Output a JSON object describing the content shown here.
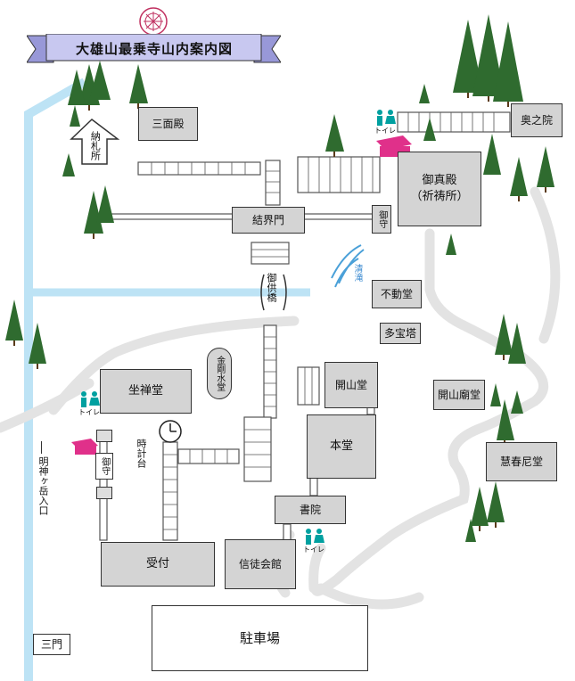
{
  "title": "大雄山最乗寺山内案内図",
  "buildings": {
    "sanmenden": "三面殿",
    "nousatsujo": "納札所",
    "okunoin": "奥之院",
    "goshinden": "御真殿\n（祈祷所）",
    "kekkaimon": "結界門",
    "omamori_top": "御守",
    "fudodo": "不動堂",
    "tahoto": "多宝塔",
    "kaisando": "開山堂",
    "kaisanbyodo": "開山廟堂",
    "zazendo": "坐禅堂",
    "kongosuido": "金剛水堂",
    "hondo": "本堂",
    "eshunnido": "慧春尼堂",
    "shoin": "書院",
    "uketsuke": "受付",
    "shintokaikan": "信徒会館",
    "chushajo": "駐車場",
    "sanmon": "三門",
    "omamori_left": "御守"
  },
  "labels": {
    "gokyobashi": "御供橋",
    "shoryu": "清滝",
    "tokeidai": "時計台",
    "myojingatake": "明神ヶ岳入口",
    "toilet": "トイレ"
  },
  "colors": {
    "river": "#bde3f5",
    "path": "#e3e3e3",
    "building": "#d4d4d4",
    "tree": "#2f6b2f",
    "banner": "#c8c8f0",
    "offering_box": "#e0308a",
    "toilet": "#00a0a0"
  }
}
